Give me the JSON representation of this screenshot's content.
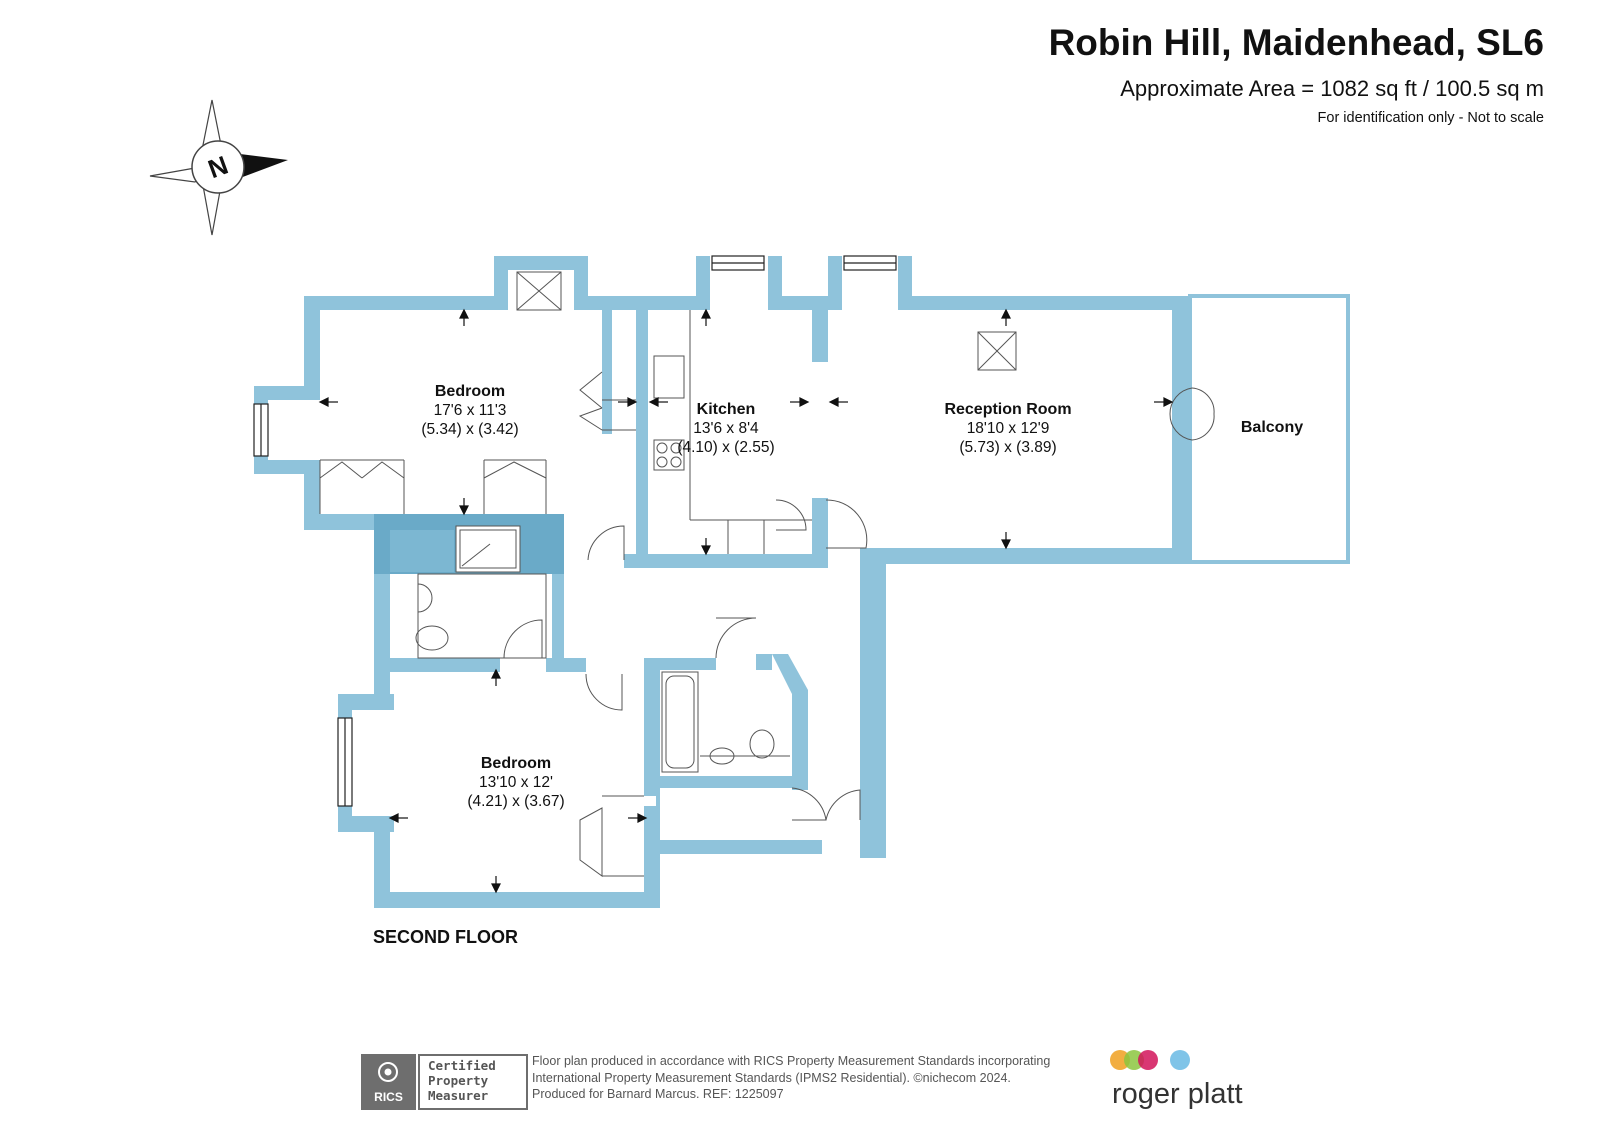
{
  "header": {
    "title": "Robin Hill, Maidenhead, SL6",
    "area": "Approximate Area = 1082 sq ft / 100.5 sq m",
    "note": "For identification only - Not to scale"
  },
  "compass": {
    "letter": "N"
  },
  "rooms": {
    "bedroom1": {
      "name": "Bedroom",
      "imperial": "17'6 x 11'3",
      "metric": "(5.34) x (3.42)"
    },
    "kitchen": {
      "name": "Kitchen",
      "imperial": "13'6 x 8'4",
      "metric": "(4.10) x (2.55)"
    },
    "reception": {
      "name": "Reception Room",
      "imperial": "18'10 x 12'9",
      "metric": "(5.73) x (3.89)"
    },
    "balcony": {
      "name": "Balcony"
    },
    "bedroom2": {
      "name": "Bedroom",
      "imperial": "13'10 x 12'",
      "metric": "(4.21) x (3.67)"
    }
  },
  "floor_label": "SECOND FLOOR",
  "footer": {
    "badge_logo": "RICS",
    "badge_lines": [
      "Certified",
      "Property",
      "Measurer"
    ],
    "lines": [
      "Floor plan produced in accordance with RICS Property Measurement Standards incorporating",
      "International Property Measurement Standards (IPMS2 Residential).  ©nichecom 2024.",
      "Produced for Barnard Marcus.    REF:  1225097"
    ]
  },
  "brand": {
    "name": "roger platt",
    "dot_colors": [
      "#f0a020",
      "#8cc63f",
      "#d2145a",
      "#7fc4e8"
    ]
  },
  "colors": {
    "wall": "#8fc3db",
    "wall_dark": "#6aaac8",
    "text": "#111111"
  }
}
